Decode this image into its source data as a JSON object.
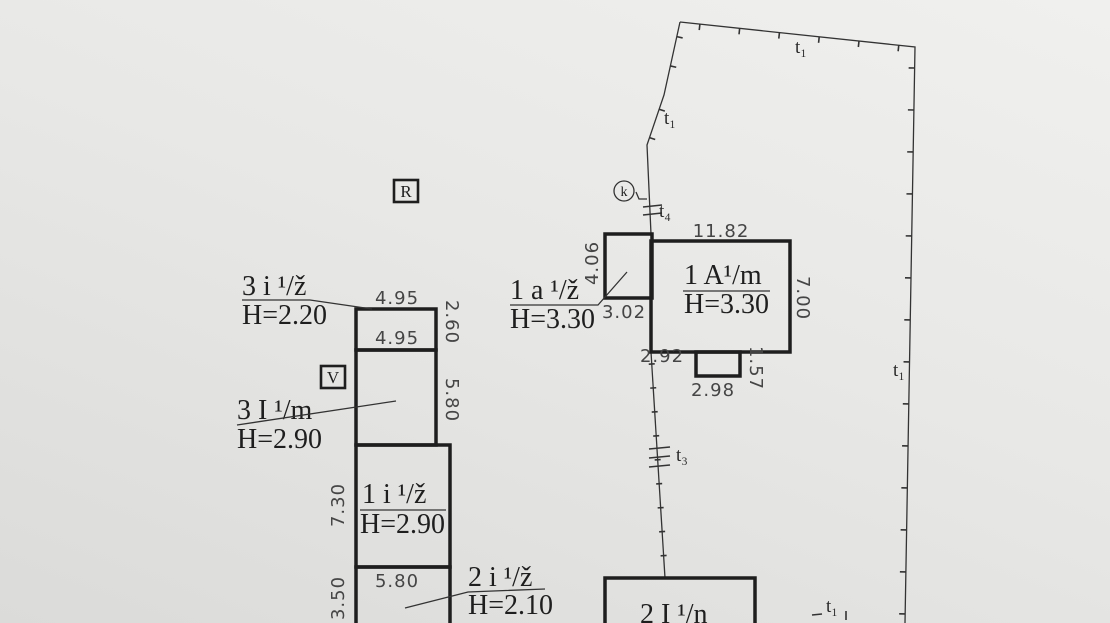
{
  "markers": {
    "r": "R",
    "v": "V",
    "k": "k"
  },
  "buildings": {
    "b3i": {
      "label": "3 i ¹/ž",
      "height": "H=2.20"
    },
    "b3I": {
      "label": "3 I ¹/m",
      "height": "H=2.90"
    },
    "b1i": {
      "label": "1 i ¹/ž",
      "height": "H=2.90"
    },
    "b2i": {
      "label": "2 i ¹/ž",
      "height": "H=2.10"
    },
    "b1a": {
      "label": "1 a ¹/ž",
      "height": "H=3.30"
    },
    "b1A": {
      "label": "1 A¹/m",
      "height": "H=3.30"
    },
    "b2I": {
      "label": "2 I ¹/n"
    }
  },
  "dimensions": {
    "b3i_width_outer": "4.95",
    "b3i_width_inner": "4.95",
    "b3i_depth": "2.60",
    "b3I_depth": "5.80",
    "b1i_depth": "7.30",
    "b2i_width": "5.80",
    "b2i_depth": "3.50",
    "b1a_depth": "4.06",
    "b1a_width": "3.02",
    "b1A_width": "11.82",
    "b1A_depth": "7.00",
    "b1A_offset": "2.92",
    "step_width": "2.98",
    "step_depth": "1.57"
  },
  "boundary_tags": {
    "t1_top": "t₁",
    "t1_upper_left": "t₁",
    "t4": "t₄",
    "t1_right": "t₁",
    "t3": "t₃",
    "t1_bottom": "t₁"
  },
  "colors": {
    "ink": "#1e1e1e",
    "paper": "#e6e6e4"
  }
}
